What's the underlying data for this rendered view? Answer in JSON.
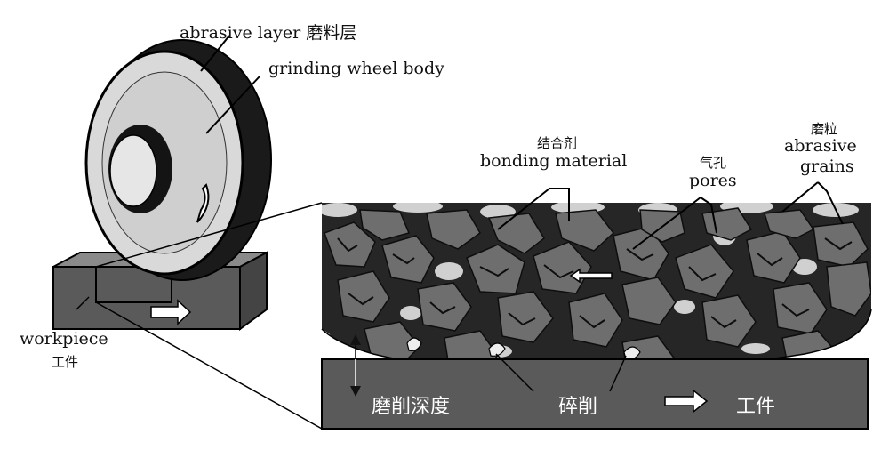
{
  "labels": {
    "abrasive_layer": "abrasive layer 磨料层",
    "wheel_body": "grinding wheel body",
    "bonding_cn": "结合剂",
    "bonding_en": "bonding material",
    "pores_cn": "气孔",
    "pores_en": "pores",
    "grains_cn": "磨粒",
    "grains_en_1": "abrasive",
    "grains_en_2": "grains",
    "workpiece_en": "workpiece",
    "workpiece_cn": "工件",
    "grinding_depth": "磨削深度",
    "chips": "碎削",
    "workpiece_bar": "工件"
  },
  "colors": {
    "abrasive_layer": "#1a1a1a",
    "wheel_face": "#d9d9d9",
    "bond_matrix": "#262626",
    "grain_fill": "#6e6e6e",
    "pore_fill": "#d0d0d0",
    "workpiece_fill": "#5a5a5a"
  }
}
